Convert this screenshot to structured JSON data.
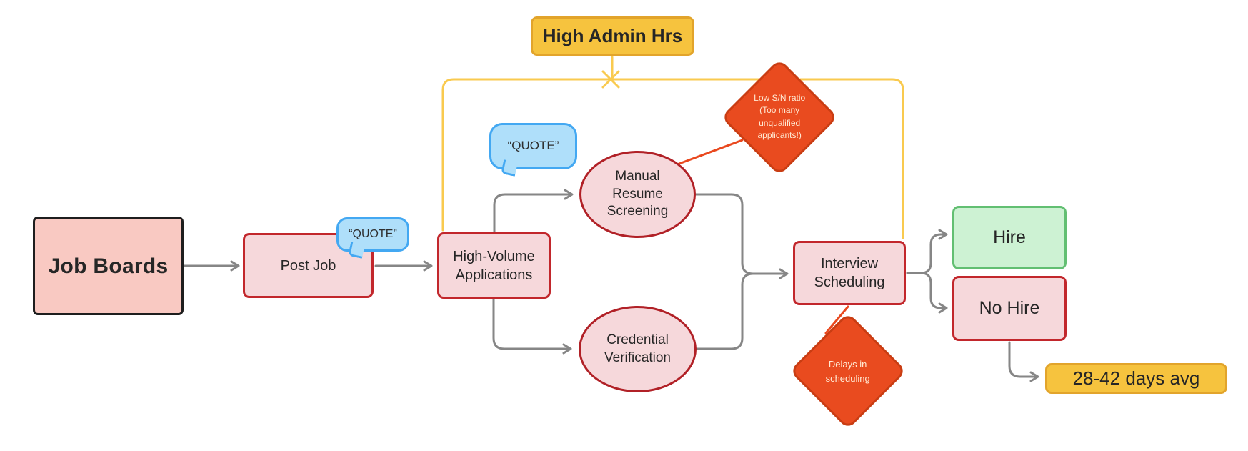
{
  "title": "Hiring process flowchart",
  "colors": {
    "salmon_fill": "#F9C9C2",
    "salmon_border": "#1E1E1E",
    "pink_fill": "#F6D8DB",
    "red_border": "#C2272C",
    "ellipse_border": "#B12127",
    "green_fill": "#CDF2D3",
    "green_border": "#62BF72",
    "yellow_fill": "#F6C33E",
    "yellow_border": "#E2A42B",
    "blue_fill": "#AFDFFA",
    "blue_border": "#43A8F2",
    "diamond_fill": "#E94B1F",
    "diamond_border": "#C93D13",
    "diamond_text": "#FFE9D3",
    "gray_line": "#868686",
    "yellow_line": "#F9CA4F",
    "red_line": "#E9481E",
    "text_dark": "#262626"
  },
  "nodes": {
    "job_boards": {
      "label": "Job Boards"
    },
    "post_job": {
      "label": "Post Job"
    },
    "high_volume": {
      "label": "High-Volume\nApplications"
    },
    "manual_screening": {
      "label": "Manual\nResume\nScreening"
    },
    "credential_verification": {
      "label": "Credential\nVerification"
    },
    "interview_scheduling": {
      "label": "Interview\nScheduling"
    },
    "hire": {
      "label": "Hire"
    },
    "no_hire": {
      "label": "No Hire"
    },
    "outcome_duration": {
      "label": "28-42 days avg"
    },
    "high_admin": {
      "label": "High Admin Hrs"
    }
  },
  "callouts": {
    "quote_post_job": {
      "label": "“QUOTE”"
    },
    "quote_applications": {
      "label": "“QUOTE”"
    },
    "low_signal": {
      "label": "Low S/N ratio\n(Too many\nunqualified\napplicants!)"
    },
    "delays": {
      "label": "Delays in\nscheduling"
    }
  }
}
